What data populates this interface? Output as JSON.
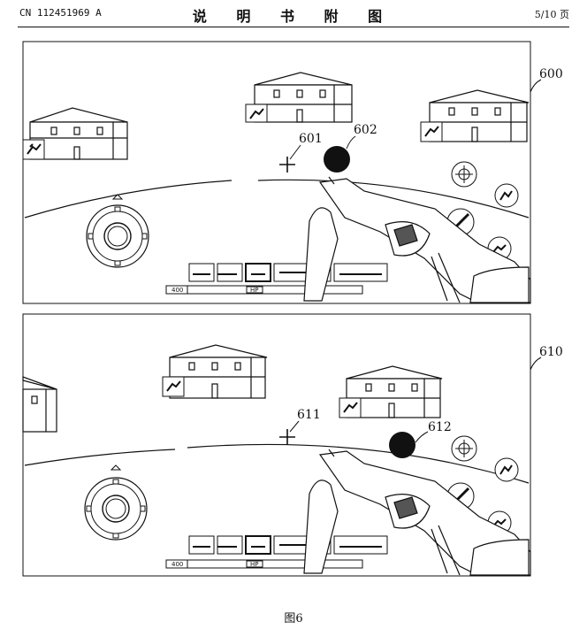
{
  "header": {
    "patent_number": "CN 112451969 A",
    "title": "说 明 书 附 图",
    "page": "5/10 页"
  },
  "panels": [
    {
      "label": "600",
      "crosshair_label": "601",
      "target_label": "602",
      "hp_value": "400",
      "hp_label": "HP"
    },
    {
      "label": "610",
      "crosshair_label": "611",
      "target_label": "612",
      "hp_value": "400",
      "hp_label": "HP"
    }
  ],
  "caption": "图6"
}
